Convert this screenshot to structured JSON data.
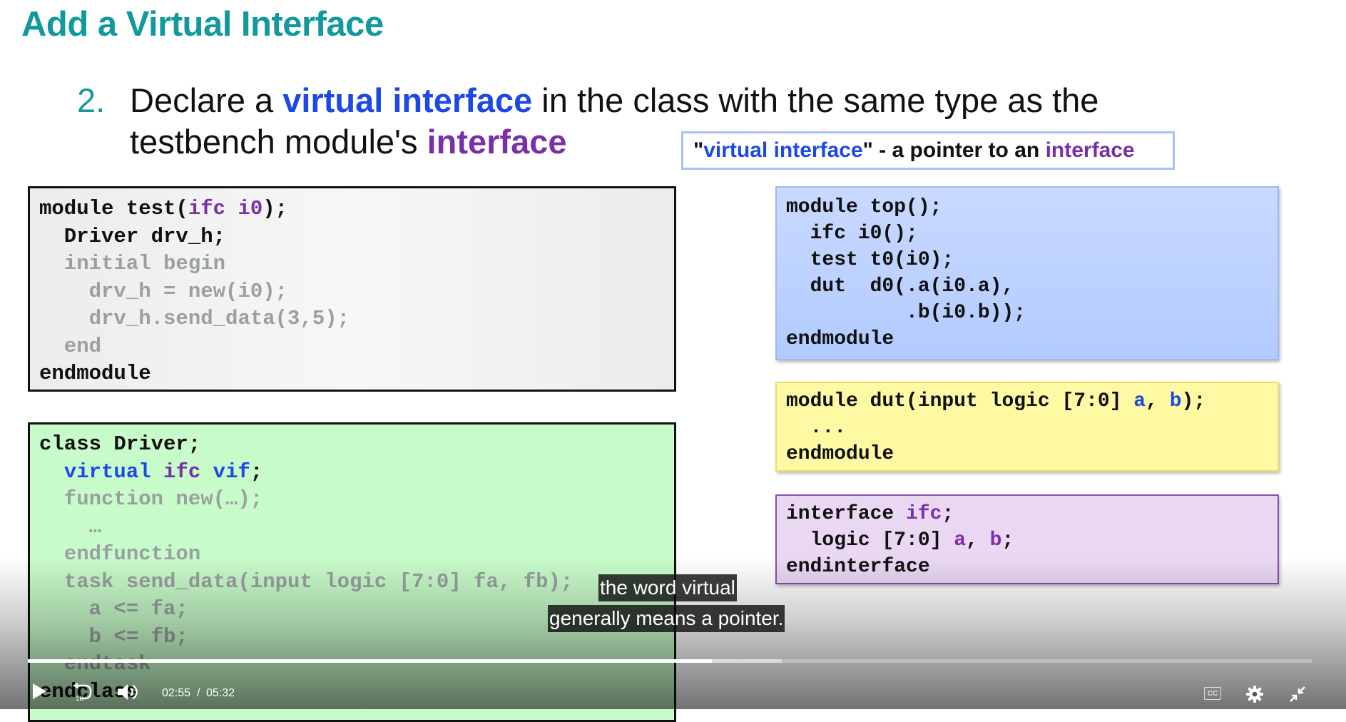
{
  "slide": {
    "title": "Add a Virtual Interface",
    "point_number": "2.",
    "point_text": {
      "p1": "Declare a ",
      "kw1": "virtual interface",
      "p2": " in the class with the same type as the testbench module's ",
      "kw2": "interface"
    },
    "callout": {
      "q1": "\"",
      "kw1": "virtual interface",
      "q2": "\" - a pointer to an ",
      "kw2": "interface"
    }
  },
  "code_test": {
    "l1a": "module test(",
    "l1b": "ifc i0",
    "l1c": ");",
    "l2": "  Driver drv_h;",
    "l3": "  initial begin",
    "l4": "    drv_h = new(i0);",
    "l5": "    drv_h.send_data(3,5);",
    "l6": "  end",
    "l7": "endmodule"
  },
  "code_driver": {
    "l1": "class Driver;",
    "l2a": "  ",
    "l2b": "virtual",
    "l2c": " ",
    "l2d": "ifc",
    "l2e": " ",
    "l2f": "vif",
    "l2g": ";",
    "l3": "  function new(…);",
    "l4": "    …",
    "l5": "  endfunction",
    "l6": "  task send_data(input logic [7:0] fa, fb);",
    "l7": "    a <= fa;",
    "l8": "    b <= fb;",
    "l9": "  endtask",
    "l10": "endclass"
  },
  "code_top": {
    "l1": "module top();",
    "l2": "  ifc i0();",
    "l3": "  test t0(i0);",
    "l4": "  dut  d0(.a(i0.a),",
    "l5": "          .b(i0.b));",
    "l6": "endmodule"
  },
  "code_dut": {
    "l1a": "module dut(input logic [7:0] ",
    "l1b": "a",
    "l1c": ", ",
    "l1d": "b",
    "l1e": ");",
    "l2": "  ...",
    "l3": "endmodule"
  },
  "code_ifc": {
    "l1a": "interface ",
    "l1b": "ifc",
    "l1c": ";",
    "l2a": "  logic [7:0] ",
    "l2b": "a",
    "l2c": ", ",
    "l2d": "b",
    "l2e": ";",
    "l3": "endinterface"
  },
  "captions": {
    "line1": "the word virtual",
    "line2": "generally means a pointer."
  },
  "player": {
    "current_time": "02:55",
    "separator": "/",
    "duration": "05:32",
    "progress_played_fraction": 0.533,
    "progress_buffered_fraction": 0.587,
    "rewind_label": "10",
    "cc_label": "CC",
    "icons": {
      "play": "play-icon",
      "rewind": "rewind-10-icon",
      "volume": "volume-icon",
      "cc": "closed-captions-icon",
      "settings": "gear-icon",
      "fullscreen": "exit-fullscreen-icon"
    }
  },
  "colors": {
    "title_teal": "#11999e",
    "keyword_blue": "#1c49e6",
    "keyword_purple": "#7a2faa",
    "driver_box_green": "#c8fbca",
    "top_box_blue": "#b2cbff",
    "dut_box_yellow": "#fdfaa3",
    "ifc_box_purple": "#ead8f3"
  }
}
